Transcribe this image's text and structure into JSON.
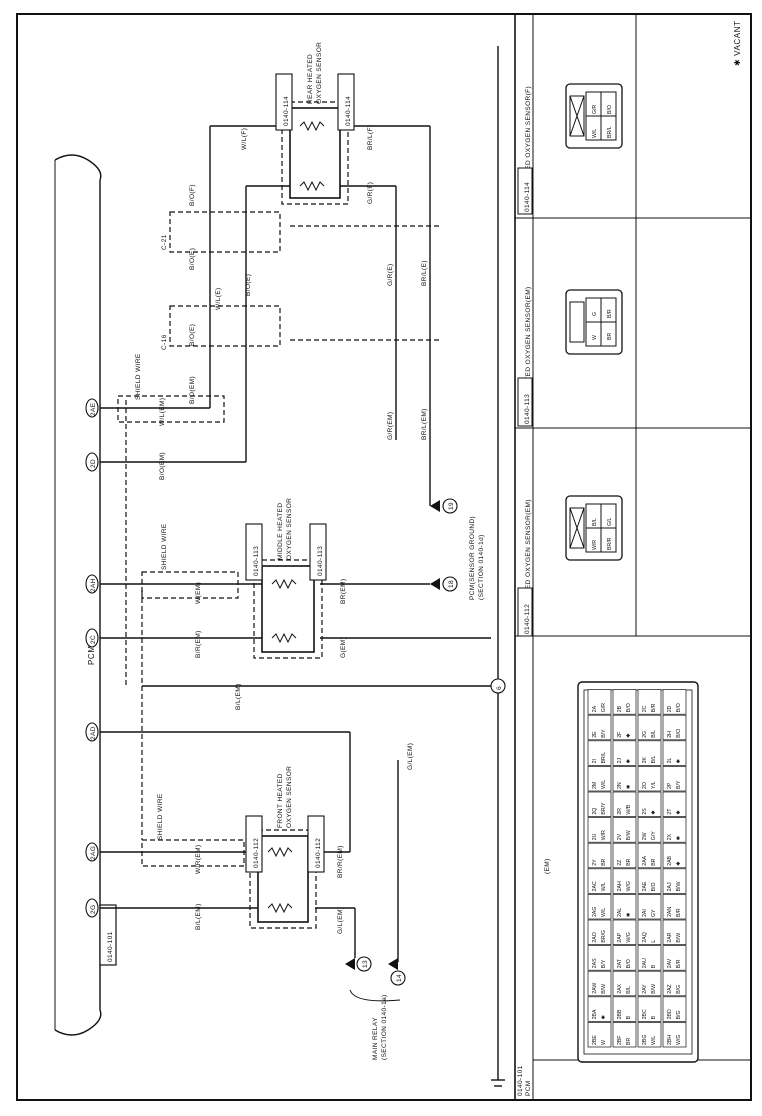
{
  "page": {
    "vacant_note": "✱ VACANT",
    "pcm_label": "PCM"
  },
  "pcm_pins": {
    "p2G": "2G",
    "p2AG": "2AG",
    "p2AD": "2AD",
    "p2C": "2C",
    "p2AH": "2AH",
    "p2D": "2D",
    "p2AE": "2AE",
    "p2AH_note": "2AH"
  },
  "components": {
    "front": {
      "id": "0140-112",
      "name_line1": "FRONT HEATED",
      "name_line2": "OXYGEN SENSOR"
    },
    "middle": {
      "id": "0140-113",
      "name_line1": "MIDDLE HEATED",
      "name_line2": "OXYGEN SENSOR"
    },
    "rear": {
      "id": "0140-114",
      "name_line1": "REAR HEATED",
      "name_line2": "OXYGEN SENSOR"
    },
    "pcm_ref": "0140-101"
  },
  "wires": {
    "bl_em": "B/L(EM)",
    "wr_em": "W/R(EM)",
    "gl_em": "G/L(EM)",
    "brr_em": "BR/R(EM)",
    "bl_em2": "B/L(EM)",
    "br_em": "BR(EM)",
    "br_em_text": "BR(EM)",
    "br_em_mid": "BR(EM)",
    "br_em_label": "BR(EM)",
    "g_em": "G(EM)",
    "br_mid": "BR(EM)",
    "w_em": "W(EM)",
    "br_r_em": "B/R(EM)",
    "bo_em": "B/O(EM)",
    "wl_em": "W/L(EM)",
    "gr_em": "G/R(EM)",
    "brl_em": "BR/L(EM)",
    "bo_e": "B/O(E)",
    "wl_e": "W/L(E)",
    "gr_e": "G/R(E)",
    "brl_e": "BR/L(E)",
    "bo_f": "B/O(F)",
    "wl_f": "W/L(F)",
    "gr_f": "G/R(F)",
    "brl_f": "BR/L(F)",
    "br_em_mid2": "BR(EM)"
  },
  "connectors": {
    "c16": "C-16",
    "c21": "C-21",
    "shield": "SHIELD WIRE"
  },
  "grounds": {
    "g13": "13",
    "g14": "14",
    "g18": "18",
    "g19": "19",
    "g6": "6",
    "main_relay_l1": "MAIN RELAY",
    "main_relay_l2": "(SECTION 0140-1a)",
    "pcm_sensor_l1": "PCM(SENSOR GROUND)",
    "pcm_sensor_l2": "(SECTION 0140-1d)"
  },
  "panels": {
    "front_title": "FRONT HEATED OXYGEN SENSOR(EM)",
    "middle_title": "MIDDLE HEATED OXYGEN SENSOR(EM)",
    "rear_title": "REAR HEATED OXYGEN SENSOR(F)",
    "front_id": "0140-112",
    "middle_id": "0140-113",
    "rear_id": "0140-114",
    "pcm_id": "0140-101",
    "pcm_name": "PCM",
    "em_label": "(EM)",
    "front_pins": [
      "W/R",
      "B/L",
      "BR/R",
      "G/L"
    ],
    "middle_pins": [
      "W",
      "G",
      "BR",
      "B/R"
    ],
    "rear_pins": [
      "W/L",
      "G/R",
      "BR/L",
      "B/O"
    ]
  },
  "pcm_connector": {
    "row_top": [
      "2BE\nW",
      "2BA\n✱",
      "2AW\nB/W",
      "2AS\nB/Y",
      "2AO\nBR/G",
      "2AG\nW/L",
      "2AC\nW/L",
      "2Y\nBR",
      "2U\nW/R",
      "2Q\nBR/Y",
      "2M\nW/L",
      "2I\nBR/L",
      "2E\nB/Y",
      "2A\nG/R"
    ],
    "row_mid": [
      "2BF\nBR",
      "2BB\nB",
      "2AX\nB/L",
      "2AT\nB/O",
      "2AP\nW/G",
      "2AL\n✱",
      "2AH\nW/G",
      "2Z\nBR",
      "2V\nB/W",
      "2R\nW/B",
      "2N\n✱",
      "2J\n✱",
      "2F\n✱",
      "2B\nB/O"
    ],
    "row_low": [
      "2BG\nW/L",
      "2BC\nB",
      "2AY\nB/W",
      "2AU\nB",
      "2AQ\nL",
      "2AI\nGY",
      "2AE\nB/O",
      "2AA\nBR",
      "2W\nG/Y",
      "2S\n✱",
      "2O\nY/L",
      "2K\nB/L",
      "2G\nB/L",
      "2C\nB/R"
    ],
    "row_bot": [
      "2BH\nW/G",
      "2BD\nB/G",
      "2AZ\nB/G",
      "2AV\nB/R",
      "2AR\nB/W",
      "2AN\nB/R",
      "2AJ\nB/W",
      "2AB\n✱",
      "2X\n✱",
      "2T\n✱",
      "2P\nB/Y",
      "2L\n✱",
      "2H\nB/O",
      "2D\nB/O"
    ]
  }
}
